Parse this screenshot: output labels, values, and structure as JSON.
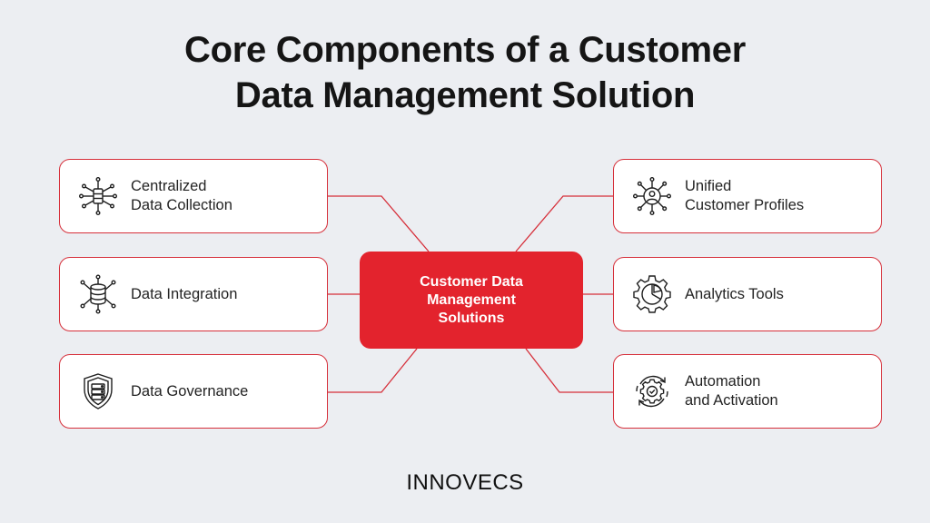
{
  "title": {
    "line1": "Core Components of a Customer",
    "line2": "Data Management Solution"
  },
  "center": {
    "line1": "Customer Data",
    "line2": "Management",
    "line3": "Solutions"
  },
  "left_items": [
    {
      "line1": "Centralized",
      "line2": "Data Collection",
      "icon": "network-server-icon"
    },
    {
      "line1": "Data Integration",
      "line2": "",
      "icon": "database-network-icon"
    },
    {
      "line1": "Data Governance",
      "line2": "",
      "icon": "shield-server-icon"
    }
  ],
  "right_items": [
    {
      "line1": "Unified",
      "line2": "Customer Profiles",
      "icon": "user-network-icon"
    },
    {
      "line1": "Analytics Tools",
      "line2": "",
      "icon": "gear-pie-chart-icon"
    },
    {
      "line1": "Automation",
      "line2": "and Activation",
      "icon": "gear-cycle-check-icon"
    }
  ],
  "logo": "INNOVECS",
  "colors": {
    "accent": "#e3232d",
    "border": "#d62f3a",
    "background": "#eceef2"
  }
}
